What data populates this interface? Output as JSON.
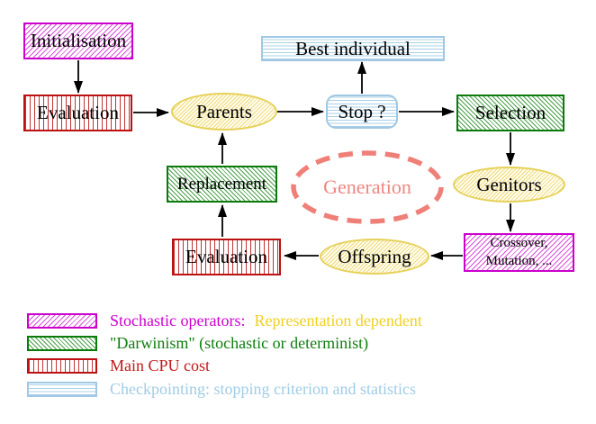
{
  "diagram": {
    "type": "flowchart",
    "subject": "evolutionary-algorithm-generation-loop",
    "background": "#ffffff",
    "nodes": {
      "initialisation": "Initialisation",
      "best_individual": "Best individual",
      "evaluation_top": "Evaluation",
      "parents": "Parents",
      "stop": "Stop ?",
      "selection": "Selection",
      "replacement": "Replacement",
      "generation": "Generation",
      "genitors": "Genitors",
      "crossover_line1": "Crossover,",
      "crossover_line2": "Mutation, ...",
      "offspring": "Offspring",
      "evaluation_bottom": "Evaluation"
    },
    "edges": [
      "initialisation->evaluation_top",
      "evaluation_top->parents",
      "parents->stop",
      "stop->best_individual",
      "stop->selection",
      "selection->genitors",
      "genitors->crossover_mutation",
      "crossover_mutation->offspring",
      "offspring->evaluation_bottom",
      "evaluation_bottom->replacement",
      "replacement->parents"
    ],
    "legend": {
      "rows": [
        {
          "pattern": "magenta-diagonal-hatch",
          "label": "Stochastic operators:",
          "label_secondary": "Representation dependent"
        },
        {
          "pattern": "green-diagonal-hatch",
          "label": "\"Darwinism\" (stochastic or determinist)"
        },
        {
          "pattern": "red-vertical-stripes",
          "label": "Main CPU cost"
        },
        {
          "pattern": "cyan-horizontal-stripes",
          "label": "Checkpointing: stopping criterion and statistics"
        }
      ]
    },
    "colors": {
      "magenta": "#cc00cc",
      "red": "#bb1111",
      "green": "#0a7a0a",
      "light_blue": "#a0c8e4",
      "yellow_border": "#e6d158",
      "gold_text": "#f0d020",
      "salmon": "#ef8078",
      "arrow": "#000000"
    }
  }
}
